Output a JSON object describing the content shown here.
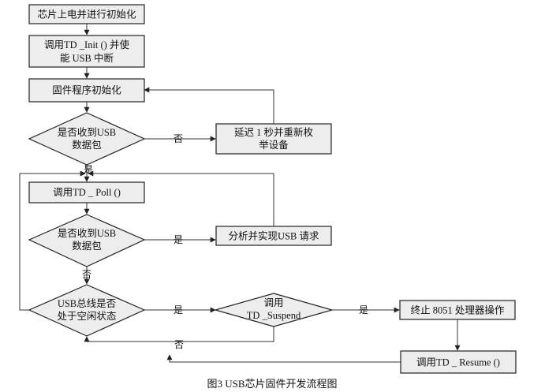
{
  "diagram": {
    "caption": "图3  USB芯片固件开发流程图",
    "nodes": {
      "init_chip": "芯片上电并进行初始化",
      "td_init_line1": "调用TD _Init () 并使",
      "td_init_line2": "能 USB 中断",
      "fw_init": "固件程序初始化",
      "recv_pkt1_line1": "是否收到USB",
      "recv_pkt1_line2": "数据包",
      "delay_line1": "延迟 1 秒并重新枚",
      "delay_line2": "举设备",
      "td_poll": "调用TD _ Poll ()",
      "recv_pkt2_line1": "是否收到USB",
      "recv_pkt2_line2": "数据包",
      "analyze": "分析并实现USB 请求",
      "bus_idle_line1": "USB总线是否",
      "bus_idle_line2": "处于空闲状态",
      "suspend_line1": "调用",
      "suspend_line2": "TD _Suspend",
      "stop_8051": "终止 8051 处理器操作",
      "resume": "调用TD _ Resume ()"
    },
    "edge_labels": {
      "no_1": "否",
      "yes_1": "是",
      "yes_2": "是",
      "no_2": "否",
      "yes_3": "是",
      "yes_4": "是",
      "no_3": "否"
    }
  }
}
